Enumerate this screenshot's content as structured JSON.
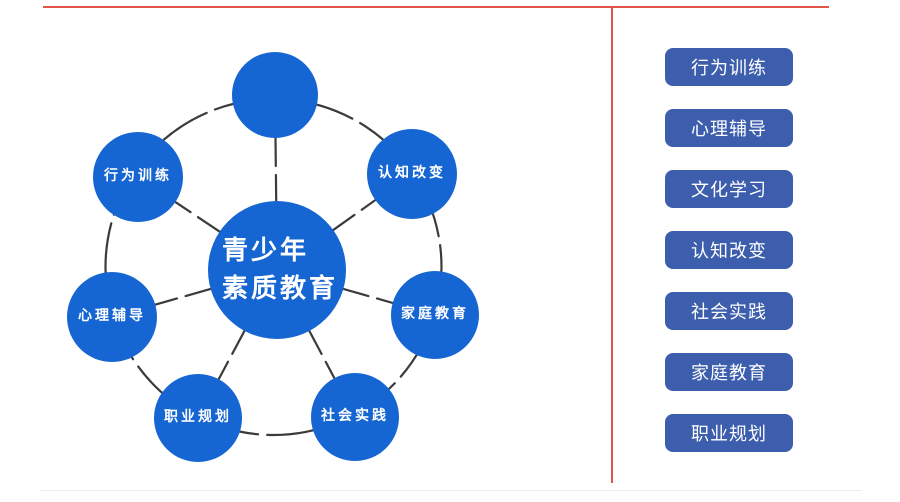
{
  "colors": {
    "node_blue": "#1565d2",
    "button_blue": "#3c5ead",
    "divider_red": "#e0554a",
    "connector_dark": "#3b3b3b"
  },
  "diagram": {
    "center_node": {
      "line1": "青少年",
      "line2": "素质教育"
    },
    "nodes": [
      {
        "id": "unlabeled-top",
        "label": ""
      },
      {
        "id": "cognitive-change",
        "label": "认知改变"
      },
      {
        "id": "family-education",
        "label": "家庭教育"
      },
      {
        "id": "social-practice",
        "label": "社会实践"
      },
      {
        "id": "career-planning",
        "label": "职业规划"
      },
      {
        "id": "psychological-counseling",
        "label": "心理辅导"
      },
      {
        "id": "behavior-training",
        "label": "行为训练"
      }
    ]
  },
  "sidebar": {
    "buttons": [
      {
        "label": "行为训练"
      },
      {
        "label": "心理辅导"
      },
      {
        "label": "文化学习"
      },
      {
        "label": "认知改变"
      },
      {
        "label": "社会实践"
      },
      {
        "label": "家庭教育"
      },
      {
        "label": "职业规划"
      }
    ]
  }
}
